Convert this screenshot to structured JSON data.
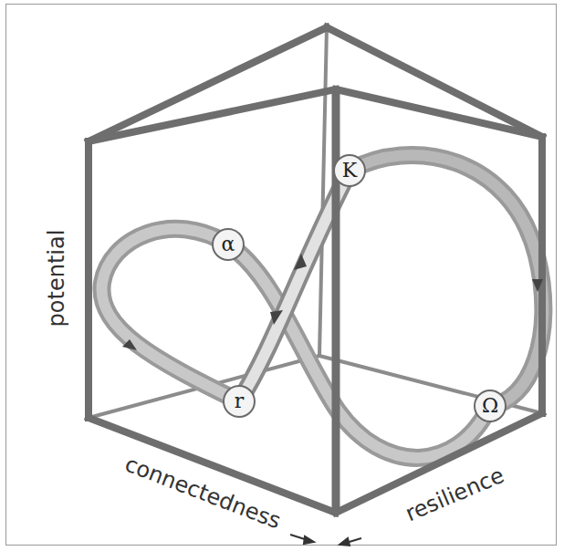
{
  "diagram": {
    "nodes": [
      {
        "text": [
          "K"
        ]
      },
      {
        "text": [
          "α"
        ]
      },
      {
        "text": [
          "r"
        ]
      },
      {
        "text": [
          "Ω"
        ]
      }
    ],
    "labels": [
      "potential",
      "connectedness",
      "resilience"
    ]
  }
}
